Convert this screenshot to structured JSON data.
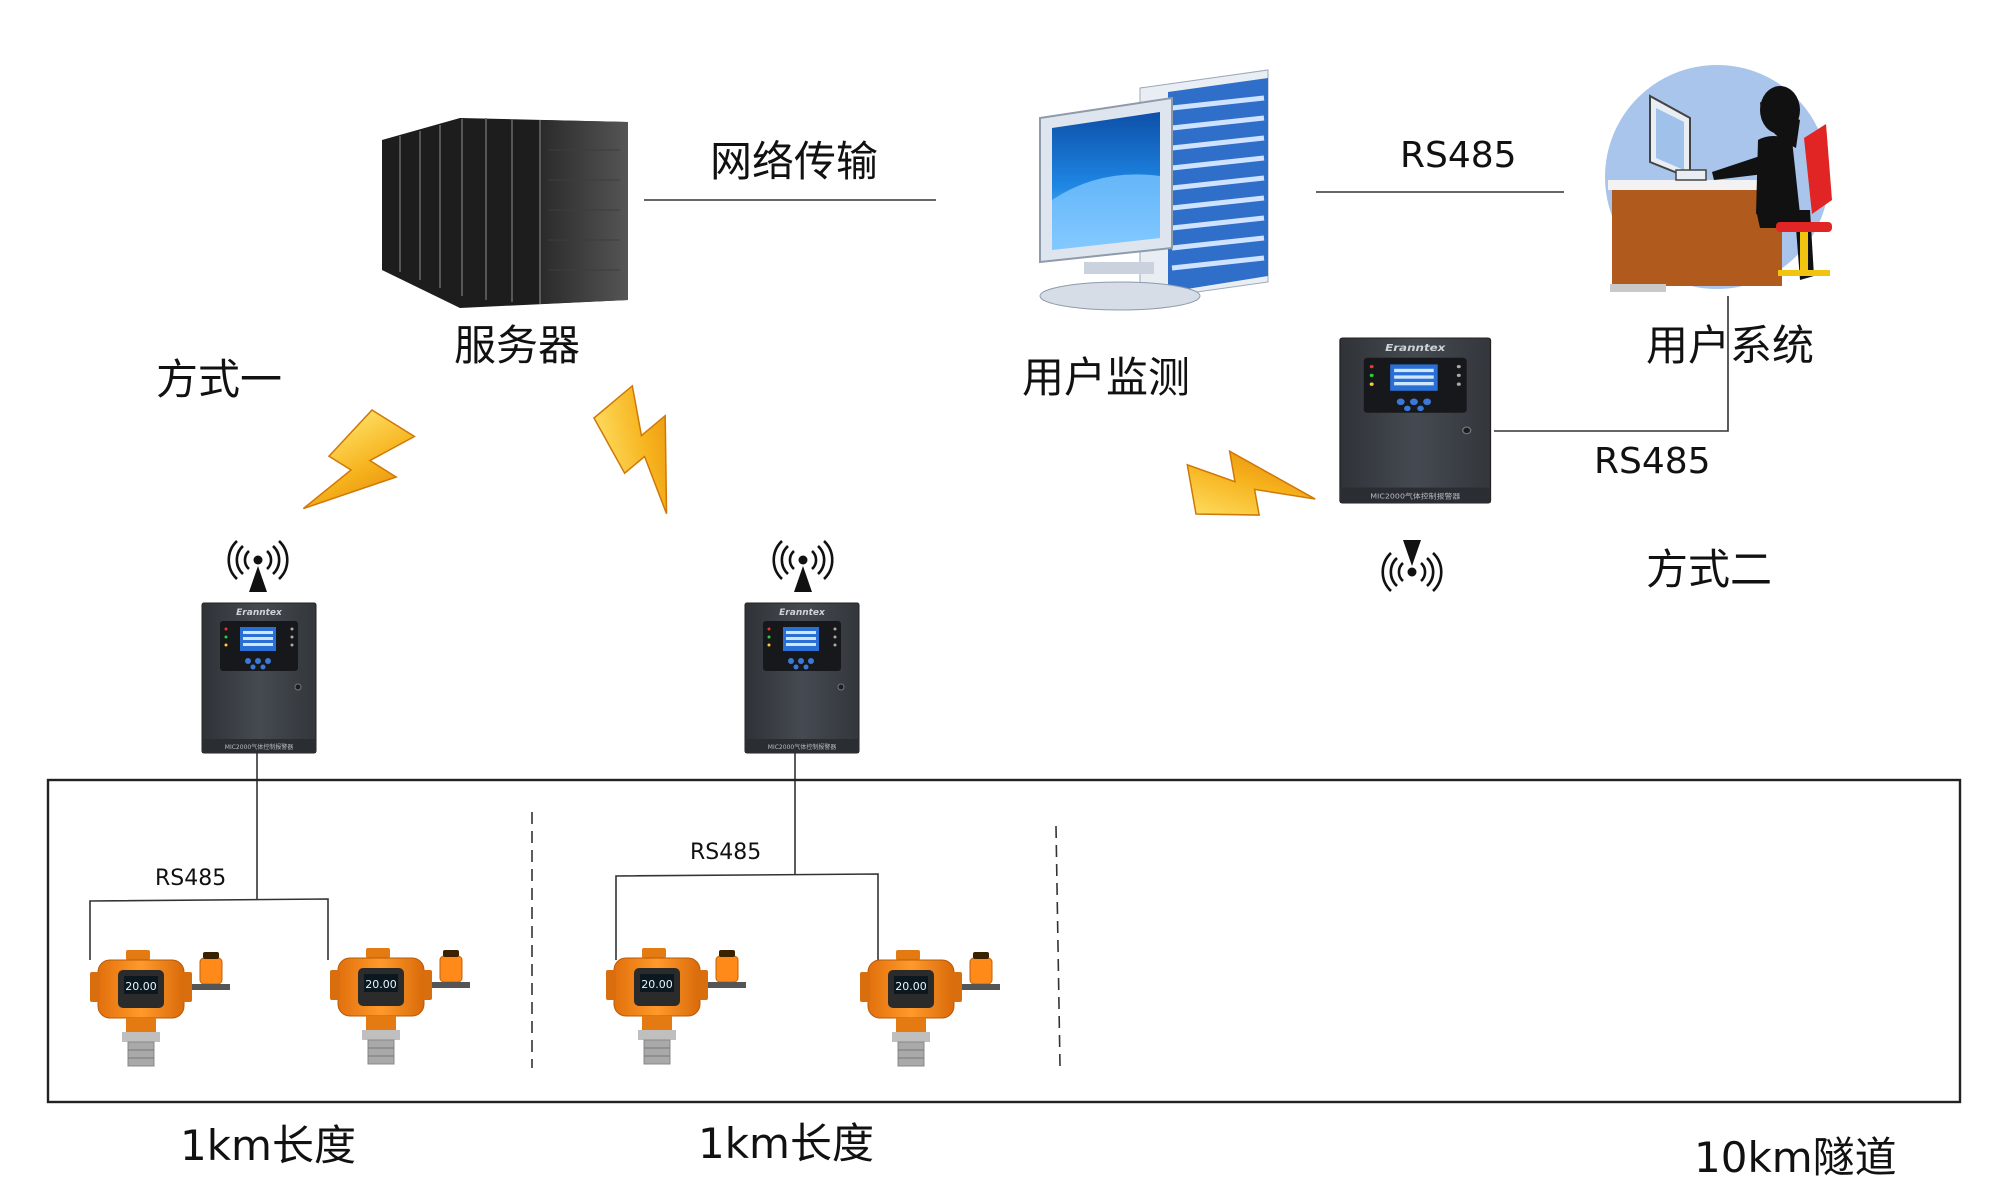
{
  "labels": {
    "network": "网络传输",
    "rs485_top": "RS485",
    "server": "服务器",
    "method1": "方式一",
    "user_monitor": "用户监测",
    "user_system": "用户系统",
    "rs485_right": "RS485",
    "method2": "方式二",
    "rs485_left": "RS485",
    "rs485_mid": "RS485",
    "len1": "1km长度",
    "len2": "1km长度",
    "tunnel": "10km隧道"
  },
  "device": {
    "brand": "Eranntex",
    "model": "MIC2000气体控制报警器",
    "reading": "20.00"
  },
  "colors": {
    "cabinet": "#3b3f45",
    "detector": "#f08a1c",
    "lightning": "#f2a010",
    "monitor": "#1e7fd6"
  }
}
